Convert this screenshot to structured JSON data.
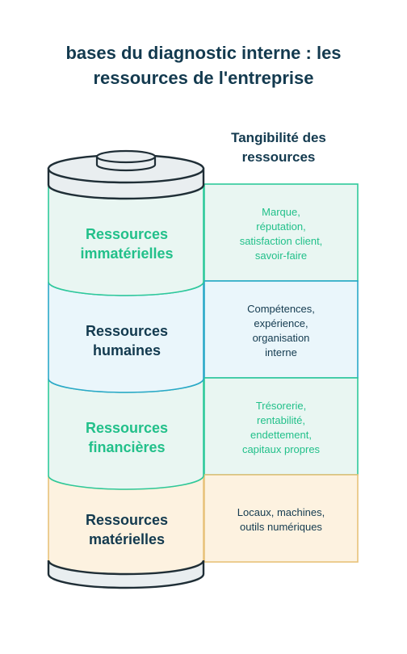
{
  "title_line1": "bases du diagnostic interne : les",
  "title_line2": "ressources de l'entreprise",
  "column_header_line1": "Tangibilité des",
  "column_header_line2": "ressources",
  "layers": [
    {
      "name_line1": "Ressources",
      "name_line2": "immatérielles",
      "desc_lines": [
        "Marque,",
        "réputation,",
        "satisfaction client,",
        "savoir-faire"
      ],
      "text_color": "#22c08a",
      "desc_color": "#22c08a",
      "fill": "#e9f6f2",
      "stroke": "#2ec99a"
    },
    {
      "name_line1": "Ressources",
      "name_line2": "humaines",
      "desc_lines": [
        "Compétences,",
        "expérience,",
        "organisation",
        "interne"
      ],
      "text_color": "#133a4f",
      "desc_color": "#133a4f",
      "fill": "#eaf6fb",
      "stroke": "#2aa8c8"
    },
    {
      "name_line1": "Ressources",
      "name_line2": "financières",
      "desc_lines": [
        "Trésorerie,",
        "rentabilité,",
        "endettement,",
        "capitaux propres"
      ],
      "text_color": "#22c08a",
      "desc_color": "#22c08a",
      "fill": "#e9f6f2",
      "stroke": "#2ec99a"
    },
    {
      "name_line1": "Ressources",
      "name_line2": "matérielles",
      "desc_lines": [
        "Locaux, machines,",
        "outils numériques"
      ],
      "text_color": "#133a4f",
      "desc_color": "#133a4f",
      "fill": "#fdf2e0",
      "stroke": "#e8c27a"
    }
  ],
  "cylinder_cap_fill": "#e9eef0",
  "cylinder_outline": "#1f2e36"
}
